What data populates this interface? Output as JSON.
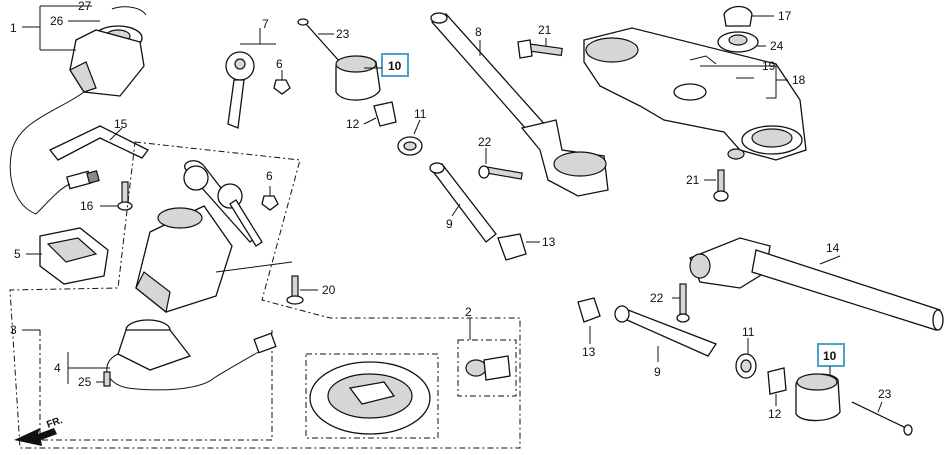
{
  "labels": {
    "p1": "1",
    "p2": "2",
    "p3": "3",
    "p4": "4",
    "p5": "5",
    "p6a": "6",
    "p6b": "6",
    "p7": "7",
    "p8": "8",
    "p9a": "9",
    "p9b": "9",
    "p10a": "10",
    "p10b": "10",
    "p11a": "11",
    "p11b": "11",
    "p12a": "12",
    "p12b": "12",
    "p13a": "13",
    "p13b": "13",
    "p14": "14",
    "p15": "15",
    "p16": "16",
    "p17": "17",
    "p18": "18",
    "p19": "19",
    "p20": "20",
    "p21a": "21",
    "p21b": "21",
    "p22a": "22",
    "p22b": "22",
    "p23a": "23",
    "p23b": "23",
    "p24": "24",
    "p25": "25",
    "p26": "26",
    "p27": "27"
  },
  "direction_marker": "FR.",
  "highlight_color": "#4aa3c8"
}
